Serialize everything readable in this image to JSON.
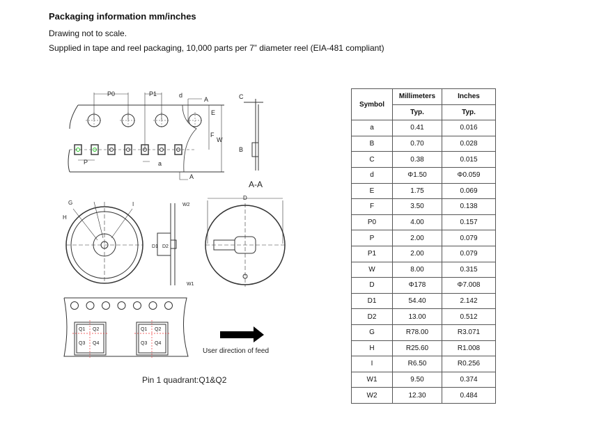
{
  "heading": "Packaging information mm/inches",
  "lines": [
    "Drawing not to scale.",
    "Supplied in tape and reel packaging, 10,000 parts per 7” diameter reel (EIA-481 compliant)"
  ],
  "drawing": {
    "labels": {
      "P0": "P0",
      "P1": "P1",
      "d": "d",
      "A1": "A",
      "A2": "A",
      "E": "E",
      "F": "F",
      "W": "W",
      "P": "P",
      "a": "a",
      "C": "C",
      "B": "B",
      "AA": "A-A",
      "W2": "W2",
      "W1": "W1",
      "D1": "D1",
      "D2": "D2",
      "D": "D",
      "G": "G",
      "H": "H",
      "I": "I"
    },
    "quadrants": [
      "Q1",
      "Q2",
      "Q3",
      "Q4"
    ],
    "feed_label": "User direction of feed",
    "pin1_label": "Pin 1 quadrant:Q1&Q2"
  },
  "table": {
    "headers": {
      "symbol": "Symbol",
      "mm": "Millimeters",
      "inches": "Inches",
      "typ_mm": "Typ.",
      "typ_in": "Typ."
    },
    "rows": [
      [
        "a",
        "0.41",
        "0.016"
      ],
      [
        "B",
        "0.70",
        "0.028"
      ],
      [
        "C",
        "0.38",
        "0.015"
      ],
      [
        "d",
        "Φ1.50",
        "Φ0.059"
      ],
      [
        "E",
        "1.75",
        "0.069"
      ],
      [
        "F",
        "3.50",
        "0.138"
      ],
      [
        "P0",
        "4.00",
        "0.157"
      ],
      [
        "P",
        "2.00",
        "0.079"
      ],
      [
        "P1",
        "2.00",
        "0.079"
      ],
      [
        "W",
        "8.00",
        "0.315"
      ],
      [
        "D",
        "Φ178",
        "Φ7.008"
      ],
      [
        "D1",
        "54.40",
        "2.142"
      ],
      [
        "D2",
        "13.00",
        "0.512"
      ],
      [
        "G",
        "R78.00",
        "R3.071"
      ],
      [
        "H",
        "R25.60",
        "R1.008"
      ],
      [
        "I",
        "R6.50",
        "R0.256"
      ],
      [
        "W1",
        "9.50",
        "0.374"
      ],
      [
        "W2",
        "12.30",
        "0.484"
      ]
    ]
  }
}
